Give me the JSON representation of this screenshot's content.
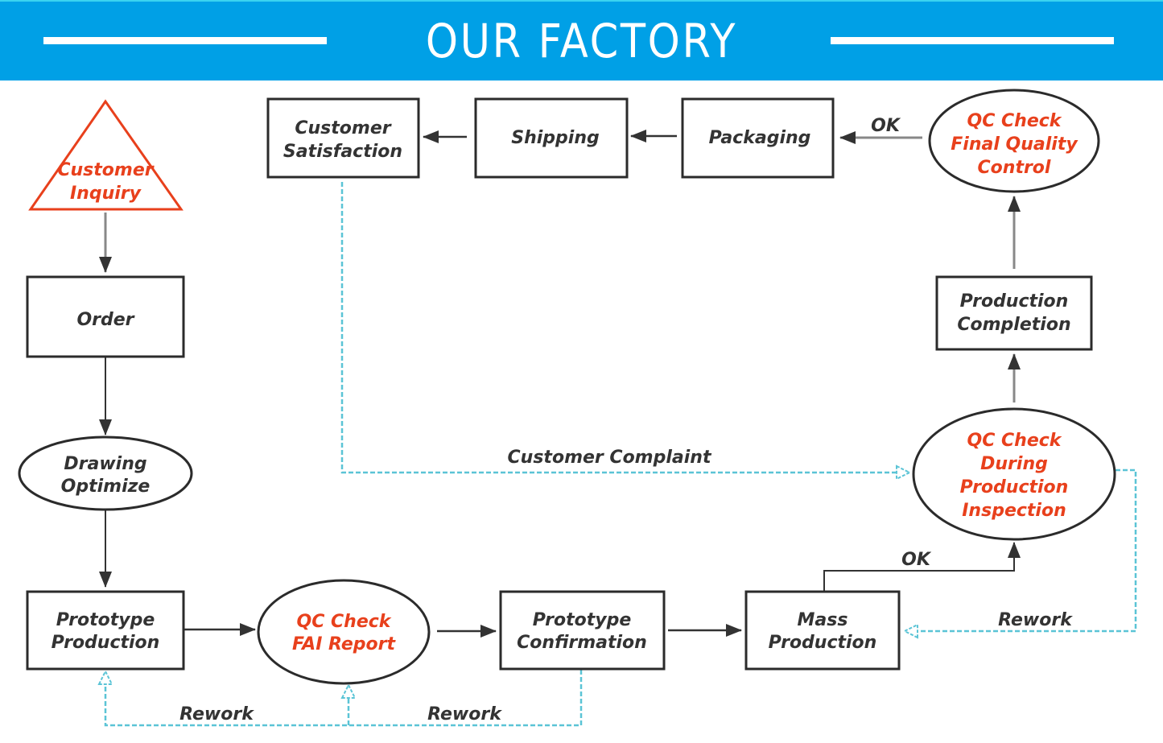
{
  "header": {
    "title": "OUR FACTORY",
    "background_color": "#00a0e6"
  },
  "colors": {
    "node_border": "#2b2b2b",
    "node_text": "#333333",
    "qc_text": "#e8401c",
    "start_shape": "#e8401c",
    "rework_line": "#5bc4d6",
    "arrow": "#333333"
  },
  "nodes": {
    "customer_inquiry": {
      "shape": "triangle",
      "lines": [
        "Customer",
        "Inquiry"
      ]
    },
    "order": {
      "shape": "rectangle",
      "lines": [
        "Order"
      ]
    },
    "drawing_optimize": {
      "shape": "ellipse",
      "lines": [
        "Drawing",
        "Optimize"
      ]
    },
    "prototype_production": {
      "shape": "rectangle",
      "lines": [
        "Prototype",
        "Production"
      ]
    },
    "qc_fai_report": {
      "shape": "ellipse",
      "lines": [
        "QC Check",
        "FAI Report"
      ]
    },
    "prototype_confirmation": {
      "shape": "rectangle",
      "lines": [
        "Prototype",
        "Confirmation"
      ]
    },
    "mass_production": {
      "shape": "rectangle",
      "lines": [
        "Mass",
        "Production"
      ]
    },
    "qc_during_production": {
      "shape": "ellipse",
      "lines": [
        "QC Check",
        "During",
        "Production",
        "Inspection"
      ]
    },
    "production_completion": {
      "shape": "rectangle",
      "lines": [
        "Production",
        "Completion"
      ]
    },
    "qc_final_quality": {
      "shape": "ellipse",
      "lines": [
        "QC Check",
        "Final Quality",
        "Control"
      ]
    },
    "packaging": {
      "shape": "rectangle",
      "lines": [
        "Packaging"
      ]
    },
    "shipping": {
      "shape": "rectangle",
      "lines": [
        "Shipping"
      ]
    },
    "customer_satisfaction": {
      "shape": "rectangle",
      "lines": [
        "Customer",
        "Satisfaction"
      ]
    }
  },
  "edges": [
    {
      "from": "customer_inquiry",
      "to": "order",
      "style": "solid",
      "label": ""
    },
    {
      "from": "order",
      "to": "drawing_optimize",
      "style": "solid",
      "label": ""
    },
    {
      "from": "drawing_optimize",
      "to": "prototype_production",
      "style": "solid",
      "label": ""
    },
    {
      "from": "prototype_production",
      "to": "qc_fai_report",
      "style": "solid",
      "label": ""
    },
    {
      "from": "qc_fai_report",
      "to": "prototype_confirmation",
      "style": "solid",
      "label": ""
    },
    {
      "from": "prototype_confirmation",
      "to": "mass_production",
      "style": "solid",
      "label": ""
    },
    {
      "from": "mass_production",
      "to": "qc_during_production",
      "style": "solid",
      "label": "OK"
    },
    {
      "from": "qc_during_production",
      "to": "production_completion",
      "style": "solid",
      "label": ""
    },
    {
      "from": "production_completion",
      "to": "qc_final_quality",
      "style": "solid",
      "label": ""
    },
    {
      "from": "qc_final_quality",
      "to": "packaging",
      "style": "solid",
      "label": "OK"
    },
    {
      "from": "packaging",
      "to": "shipping",
      "style": "solid",
      "label": ""
    },
    {
      "from": "shipping",
      "to": "customer_satisfaction",
      "style": "solid",
      "label": ""
    },
    {
      "from": "customer_satisfaction",
      "to": "qc_during_production",
      "style": "dashed",
      "label": "Customer Complaint"
    },
    {
      "from": "qc_during_production",
      "to": "mass_production",
      "style": "dashed",
      "label": "Rework"
    },
    {
      "from": "prototype_confirmation",
      "to": "prototype_production",
      "style": "dashed",
      "label": "Rework"
    },
    {
      "from": "prototype_confirmation",
      "to": "qc_fai_report",
      "style": "dashed",
      "label": ""
    }
  ],
  "edge_labels": {
    "ok_final": "OK",
    "ok_mass": "OK",
    "customer_complaint": "Customer Complaint",
    "rework_mass": "Rework",
    "rework_proto": "Rework",
    "rework_fai": "Rework"
  }
}
